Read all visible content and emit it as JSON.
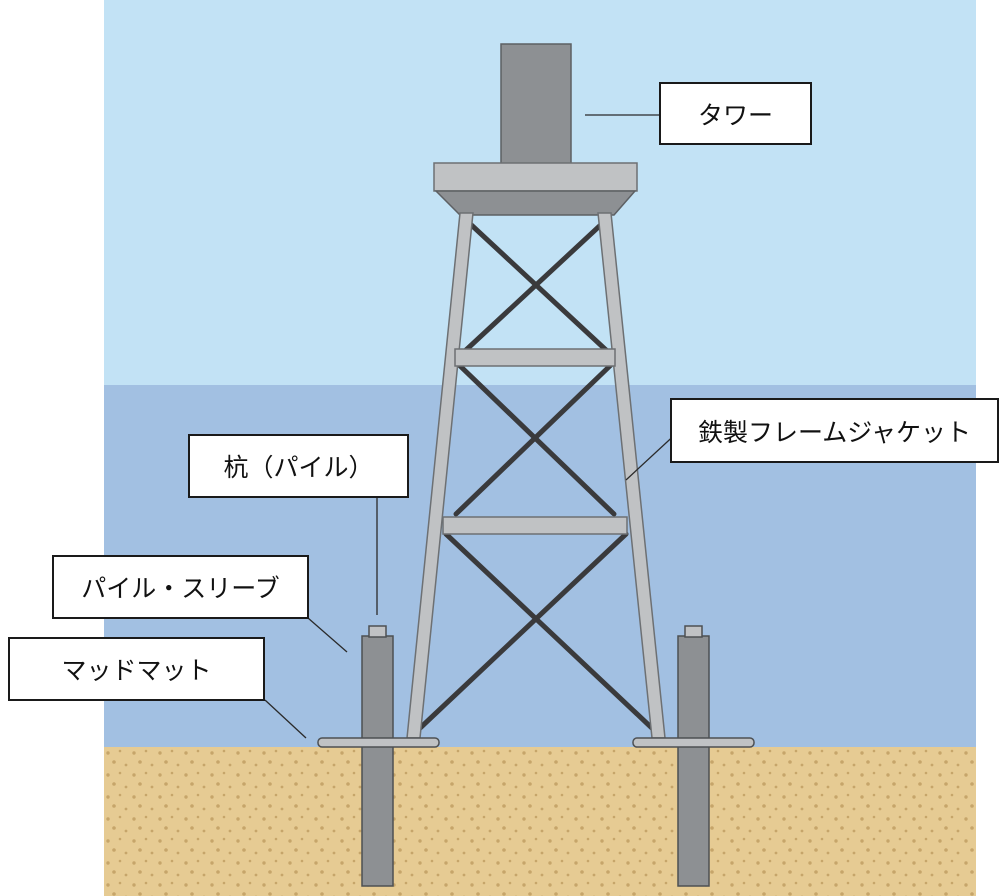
{
  "labels": {
    "tower": "タワー",
    "jacket": "鉄製フレームジャケット",
    "pile": "杭（パイル）",
    "pile_sleeve": "パイル・スリーブ",
    "mud_mat": "マッドマット"
  },
  "colors": {
    "sky": "#c2e2f5",
    "water": "#a2c0e2",
    "seabed": "#e6cb93",
    "seabed_dots": "#c6a56a",
    "steel_light": "#c0c2c4",
    "steel_dark": "#8d9093",
    "brace": "#3a3a3c"
  }
}
